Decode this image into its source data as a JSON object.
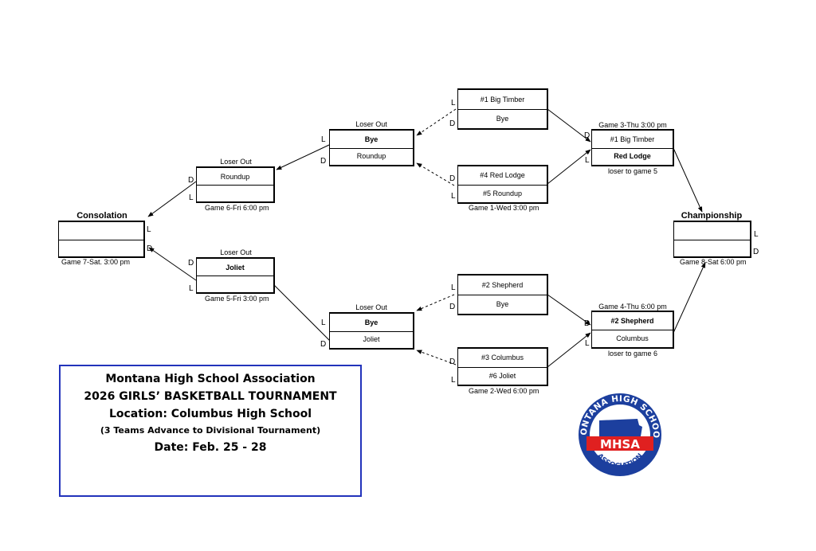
{
  "games": {
    "g1": {
      "team1": "#4 Red Lodge",
      "team2": "#5 Roundup",
      "caption": "Game 1-Wed 3:00 pm"
    },
    "g2": {
      "team1": "#3 Columbus",
      "team2": "#6 Joliet",
      "caption": "Game 2-Wed 6:00 pm"
    },
    "top_bye": {
      "team1": "#1 Big Timber",
      "team2": "Bye"
    },
    "mid_bye": {
      "team1": "#2 Shepherd",
      "team2": "Bye"
    },
    "g3": {
      "header": "Game 3-Thu 3:00 pm",
      "team1": "#1 Big Timber",
      "team2": "Red Lodge",
      "caption": "loser to game 5"
    },
    "g4": {
      "header": "Game 4-Thu 6:00 pm",
      "team1": "#2 Shepherd",
      "team2": "Columbus",
      "caption": "loser to game 6"
    },
    "lo_top": {
      "header": "Loser Out",
      "team1": "Bye",
      "team2": "Roundup"
    },
    "lo_bot": {
      "header": "Loser Out",
      "team1": "Bye",
      "team2": "Joliet"
    },
    "g6": {
      "header": "Loser Out",
      "team1": "Roundup",
      "team2": "",
      "caption": "Game 6-Fri 6:00 pm"
    },
    "g5": {
      "header": "Loser Out",
      "team1": "Joliet",
      "team2": "",
      "caption": "Game 5-Fri 3:00 pm"
    },
    "g7": {
      "header": "Consolation",
      "team1": "",
      "team2": "",
      "caption": "Game 7-Sat. 3:00 pm"
    },
    "g8": {
      "header": "Championship",
      "team1": "",
      "team2": "",
      "caption": "Game 8-Sat 6:00 pm"
    }
  },
  "markers": {
    "loss": "L",
    "double": "D"
  },
  "info": {
    "line1": "Montana High School Association",
    "line2": "2026  GIRLS’ BASKETBALL TOURNAMENT",
    "line3": "Location: Columbus High School",
    "line4": "(3 Teams Advance to Divisional Tournament)",
    "line5": "Date:  Feb. 25 - 28"
  },
  "logo": {
    "arc_text": "MONTANA HIGH SCHOOL",
    "acronym": "MHSA",
    "bottom_text": "ASSOCIATION",
    "colors": {
      "blue": "#1c3f9e",
      "red": "#e02020"
    }
  }
}
